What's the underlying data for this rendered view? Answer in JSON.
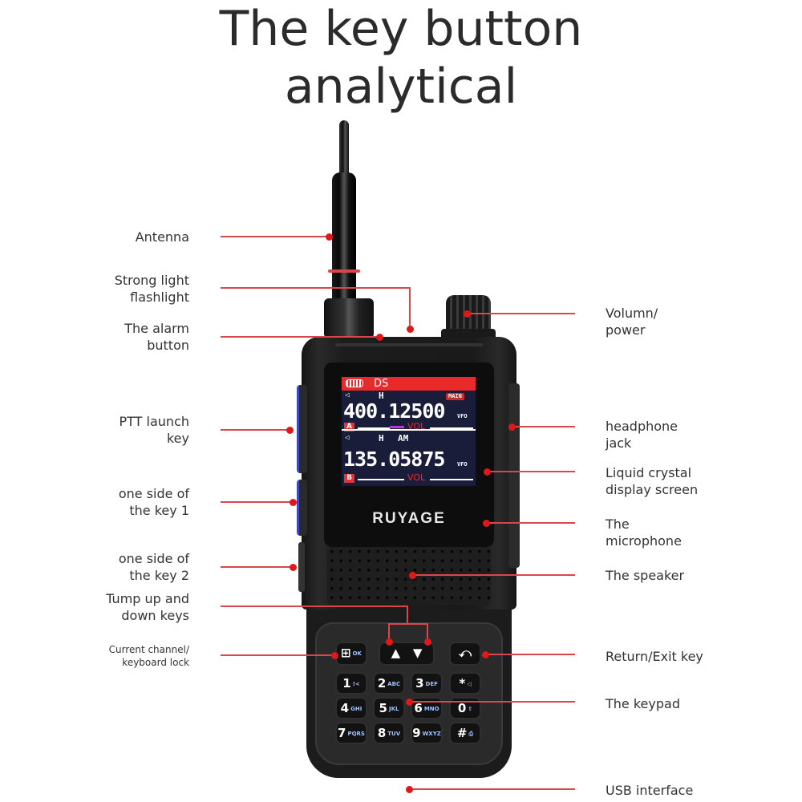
{
  "title": {
    "line1": "The key button",
    "line2": "analytical"
  },
  "left_labels": [
    {
      "id": "antenna",
      "text": "Antenna"
    },
    {
      "id": "flashlight",
      "text": "Strong light\nflashlight"
    },
    {
      "id": "alarm",
      "text": "The alarm\nbutton"
    },
    {
      "id": "ptt",
      "text": "PTT launch\nkey"
    },
    {
      "id": "side-key-1",
      "text": "one side of\nthe key 1"
    },
    {
      "id": "side-key-2",
      "text": "one side of\nthe key 2"
    },
    {
      "id": "up-down",
      "text": "Tump up and\ndown keys"
    },
    {
      "id": "channel-lock",
      "text": "Current channel/\nkeyboard lock"
    }
  ],
  "right_labels": [
    {
      "id": "volume",
      "text": "Volumn/\npower"
    },
    {
      "id": "headphone",
      "text": "headphone\njack"
    },
    {
      "id": "lcd",
      "text": "Liquid crystal\ndisplay screen"
    },
    {
      "id": "microphone",
      "text": "The\nmicrophone"
    },
    {
      "id": "speaker",
      "text": "The speaker"
    },
    {
      "id": "return-exit",
      "text": "Return/Exit key"
    },
    {
      "id": "keypad",
      "text": "The keypad"
    },
    {
      "id": "usb",
      "text": "USB interface"
    }
  ],
  "radio": {
    "brand": "RUYAGE",
    "display": {
      "top_bar": "DS",
      "main_badge": "MAIN",
      "a": {
        "label": "A",
        "power": "H",
        "mode": "",
        "frequency": "400.12500",
        "vfo": "VFO",
        "vol": "VOL"
      },
      "b": {
        "label": "B",
        "power": "H",
        "mode": "AM",
        "frequency": "135.05875",
        "vfo": "VFO",
        "vol": "VOL"
      }
    },
    "keypad": {
      "row0": [
        {
          "main": "⊞",
          "sub": "OK"
        },
        {
          "main": "▲",
          "sub": ""
        },
        {
          "main": "▼",
          "sub": ""
        },
        {
          "main": "⤺",
          "sub": ""
        }
      ],
      "row1": [
        {
          "main": "1",
          "sub": "!<"
        },
        {
          "main": "2",
          "sub": "ABC"
        },
        {
          "main": "3",
          "sub": "DEF"
        },
        {
          "main": "*",
          "sub": "◁"
        }
      ],
      "row2": [
        {
          "main": "4",
          "sub": "GHI"
        },
        {
          "main": "5",
          "sub": "JKL"
        },
        {
          "main": "6",
          "sub": "MNO"
        },
        {
          "main": "0",
          "sub": "⇧"
        }
      ],
      "row3": [
        {
          "main": "7",
          "sub": "PQRS"
        },
        {
          "main": "8",
          "sub": "TUV"
        },
        {
          "main": "9",
          "sub": "WXYZ"
        },
        {
          "main": "#",
          "sub": "⎙"
        }
      ]
    }
  },
  "colors": {
    "leader": "#d9464b",
    "dot": "#e01818",
    "lcd_bg": "#1a1d3a",
    "lcd_red": "#ea2a2a",
    "side_blue": "#3b48c9"
  }
}
